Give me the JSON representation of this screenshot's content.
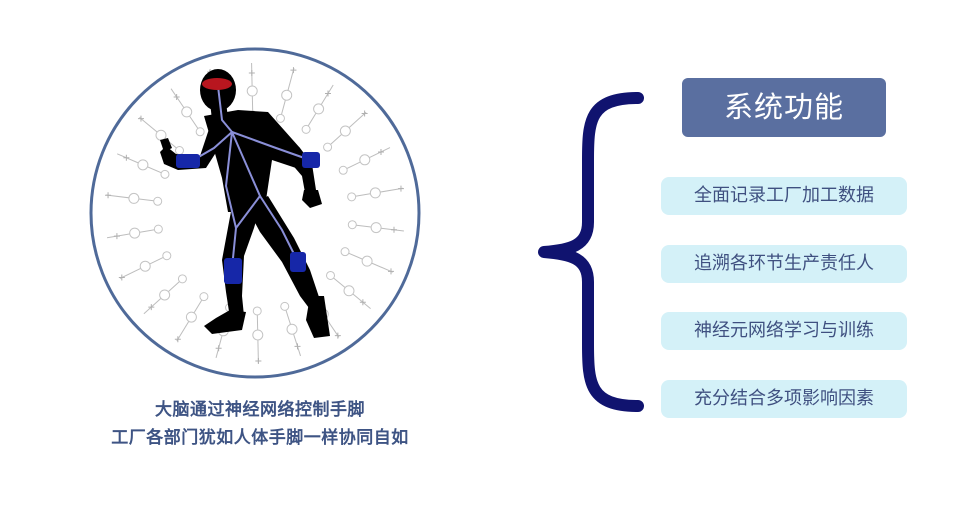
{
  "caption_lines": [
    "大脑通过神经网络控制手脚",
    "工厂各部门犹如人体手脚一样协同自如"
  ],
  "functions": {
    "title": "系统功能",
    "items": [
      "全面记录工厂加工数据",
      "追溯各环节生产责任人",
      "神经元网络学习与训练",
      "充分结合多项影响因素"
    ]
  },
  "colors": {
    "circle_border": "#4f6a99",
    "brace": "#10136f",
    "title_bg": "#5a6fa0",
    "item_bg": "#d4f1f8",
    "caption_text": "#3e5484",
    "brain": "#b8161f",
    "joints": "#1627a8",
    "skeleton_lines": "#8a8fd8"
  },
  "icons": [
    "human-silhouette-icon",
    "brain-icon",
    "neural-network-icon"
  ]
}
